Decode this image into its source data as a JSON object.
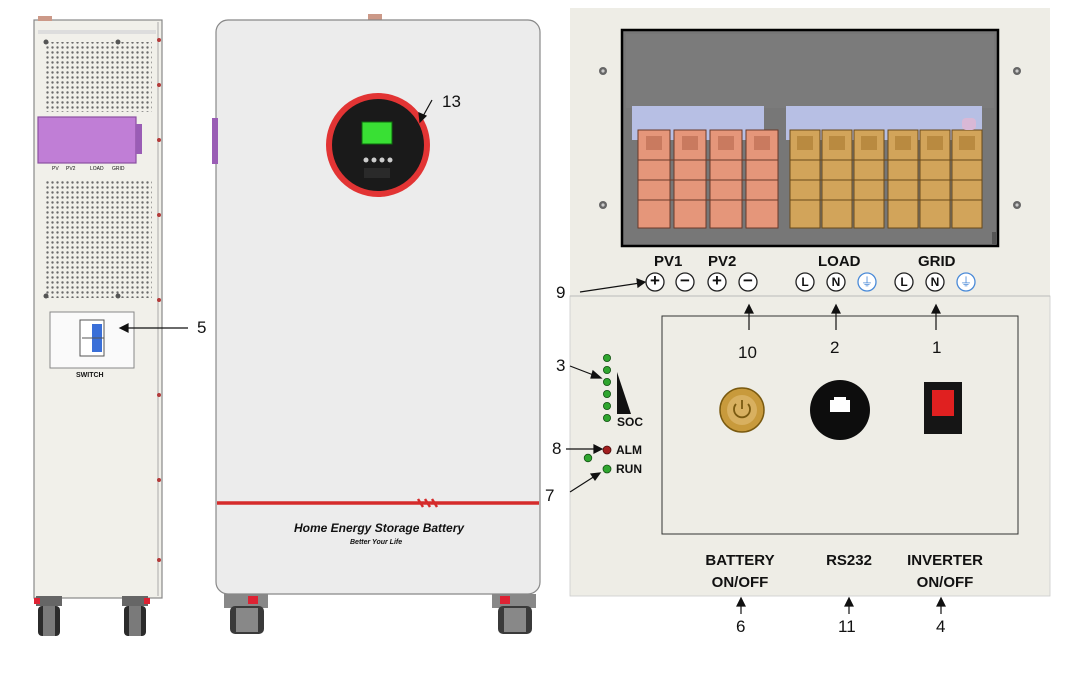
{
  "side_unit": {
    "switch_label": "SWITCH",
    "port_labels": [
      "PV",
      "PV2",
      "LOAD",
      "GRID"
    ]
  },
  "front_unit": {
    "brand_title": "Home Energy Storage Battery",
    "brand_slogan": "Better Your Life"
  },
  "panel": {
    "terminal_groups": {
      "pv1": "PV1",
      "pv2": "PV2",
      "load": "LOAD",
      "grid": "GRID"
    },
    "terminal_symbols": [
      "+",
      "−",
      "+",
      "−",
      "L",
      "N",
      "⏚",
      "L",
      "N",
      "⏚"
    ],
    "indicators": {
      "soc": "SOC",
      "alm": "ALM",
      "run": "RUN"
    },
    "bottom_labels": {
      "battery_line1": "BATTERY",
      "battery_line2": "ON/OFF",
      "rs232": "RS232",
      "inverter_line1": "INVERTER",
      "inverter_line2": "ON/OFF"
    }
  },
  "callouts": {
    "n1": "1",
    "n2": "2",
    "n3": "3",
    "n4": "4",
    "n5": "5",
    "n6": "6",
    "n7": "7",
    "n8": "8",
    "n9": "9",
    "n10": "10",
    "n11": "11",
    "n13": "13"
  },
  "colors": {
    "accent_red": "#d52b2b",
    "led_green": "#2fa62f",
    "led_red": "#a21e1e",
    "terminal_copper": "#e5967a",
    "terminal_brass": "#d2a45a",
    "panel_bg": "#eeede6",
    "enclosure_bg": "#efefef"
  }
}
